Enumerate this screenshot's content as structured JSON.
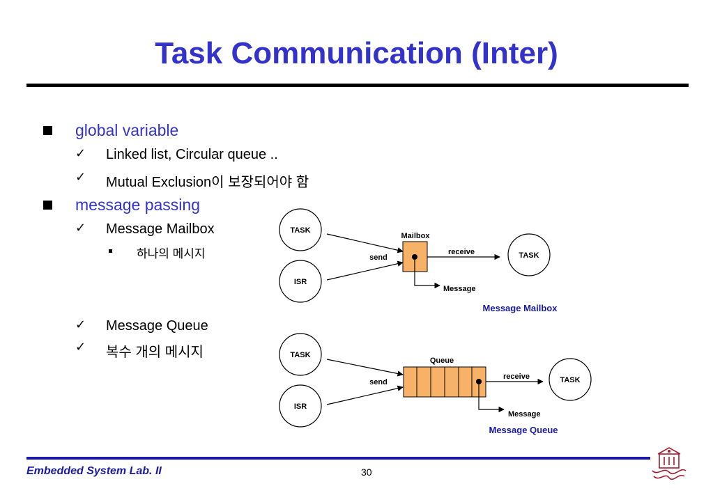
{
  "title": "Task Communication (Inter)",
  "bullets": {
    "global": {
      "label": "global variable",
      "items": [
        "Linked list, Circular queue ..",
        "Mutual Exclusion이 보장되어야 함"
      ]
    },
    "message": {
      "label": "message passing",
      "mailbox": "Message Mailbox",
      "mailbox_sub": "하나의 메시지",
      "queue": "Message Queue",
      "queue_multi": "복수 개의 메시지"
    }
  },
  "diagram_mailbox": {
    "task_sender": "TASK",
    "isr": "ISR",
    "container_label": "Mailbox",
    "send": "send",
    "receive": "receive",
    "task_receiver": "TASK",
    "message": "Message",
    "caption": "Message Mailbox",
    "colors": {
      "box": "#f7b267",
      "caption": "#1a1aa6"
    }
  },
  "diagram_queue": {
    "task_sender": "TASK",
    "isr": "ISR",
    "container_label": "Queue",
    "send": "send",
    "receive": "receive",
    "task_receiver": "TASK",
    "message": "Message",
    "caption": "Message Queue",
    "colors": {
      "box": "#f7b267",
      "caption": "#1a1aa6"
    }
  },
  "footer": {
    "lab": "Embedded System Lab. II",
    "page": "30"
  }
}
